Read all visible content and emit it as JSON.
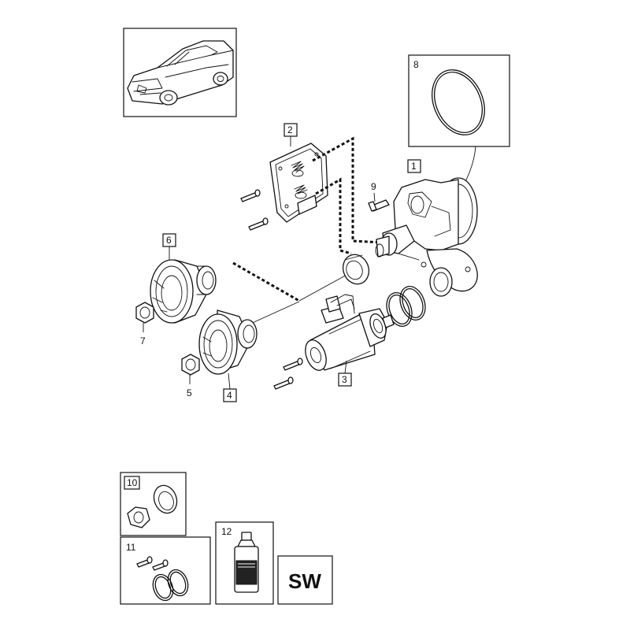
{
  "callouts": {
    "c1": "1",
    "c2": "2",
    "c3": "3",
    "c4": "4",
    "c5": "5",
    "c6": "6",
    "c7": "7",
    "c8": "8",
    "c9": "9",
    "c10": "10",
    "c11": "11",
    "c12": "12"
  },
  "sw_label": "SW"
}
